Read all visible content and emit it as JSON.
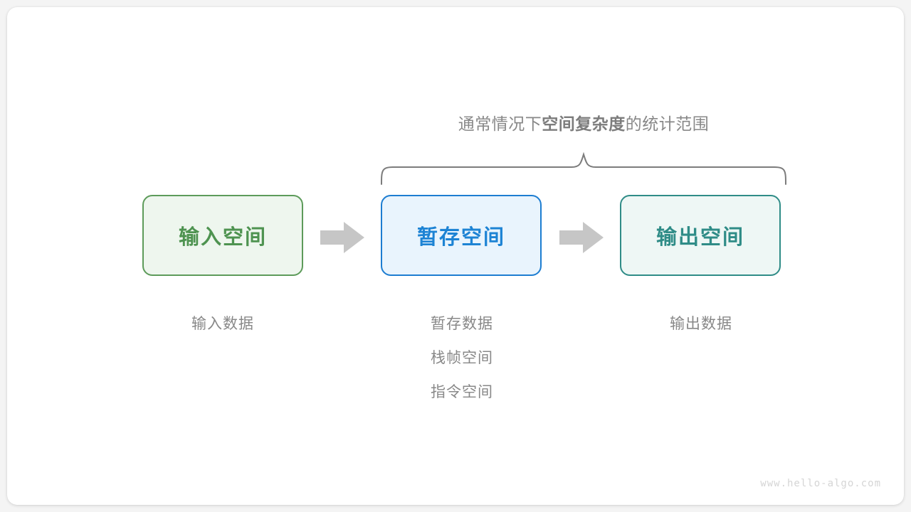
{
  "canvas": {
    "background": "#f4f4f4",
    "card_background": "#ffffff"
  },
  "brace": {
    "caption_prefix": "通常情况下",
    "caption_strong": "空间复杂度",
    "caption_suffix": "的统计范围",
    "color": "#7c7c7c",
    "spans_boxes": [
      "暂存空间",
      "输出空间"
    ]
  },
  "boxes": [
    {
      "id": "input",
      "label": "输入空间",
      "border_color": "#5d9b5a",
      "fill_color": "#eef6ee",
      "text_color": "#4e9350"
    },
    {
      "id": "temp",
      "label": "暂存空间",
      "border_color": "#1d7dd1",
      "fill_color": "#e9f4fd",
      "text_color": "#1d83d4"
    },
    {
      "id": "output",
      "label": "输出空间",
      "border_color": "#2f8c87",
      "fill_color": "#eef7f5",
      "text_color": "#2f8c87"
    }
  ],
  "arrows": [
    {
      "id": "arrow-1",
      "direction": "right",
      "color": "#c6c6c6"
    },
    {
      "id": "arrow-2",
      "direction": "right",
      "color": "#c6c6c6"
    }
  ],
  "captions": {
    "input": [
      "输入数据"
    ],
    "temp": [
      "暂存数据",
      "栈帧空间",
      "指令空间"
    ],
    "output": [
      "输出数据"
    ],
    "color": "#888888"
  },
  "watermark": {
    "text": "www.hello-algo.com",
    "color": "#d5d5d5"
  }
}
